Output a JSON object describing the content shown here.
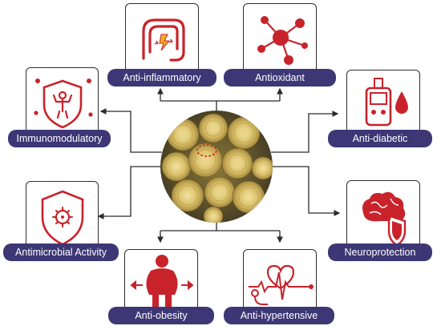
{
  "center": {
    "image": "dried chrysanthemum flowers"
  },
  "colors": {
    "label_bg": "#3d3775",
    "label_text": "#ffffff",
    "icon_red": "#c8232b",
    "connector": "#2b2b2b"
  },
  "benefits": {
    "anti_inflammatory": {
      "label": "Anti-inflammatory",
      "icon": "inflamed-intestine-icon"
    },
    "antioxidant": {
      "label": "Antioxidant",
      "icon": "molecule-network-icon"
    },
    "immunomodulatory": {
      "label": "Immunomodulatory",
      "icon": "strong-person-shield-icon"
    },
    "anti_diabetic": {
      "label": "Anti-diabetic",
      "icon": "glucose-meter-icon"
    },
    "antimicrobial": {
      "label": "Antimicrobial Activity",
      "icon": "shield-virus-icon"
    },
    "neuroprotection": {
      "label": "Neuroprotection",
      "icon": "brain-shield-icon"
    },
    "anti_obesity": {
      "label": "Anti-obesity",
      "icon": "obese-person-icon"
    },
    "anti_hypertensive": {
      "label": "Anti-hypertensive",
      "icon": "heartbeat-stethoscope-icon"
    }
  }
}
